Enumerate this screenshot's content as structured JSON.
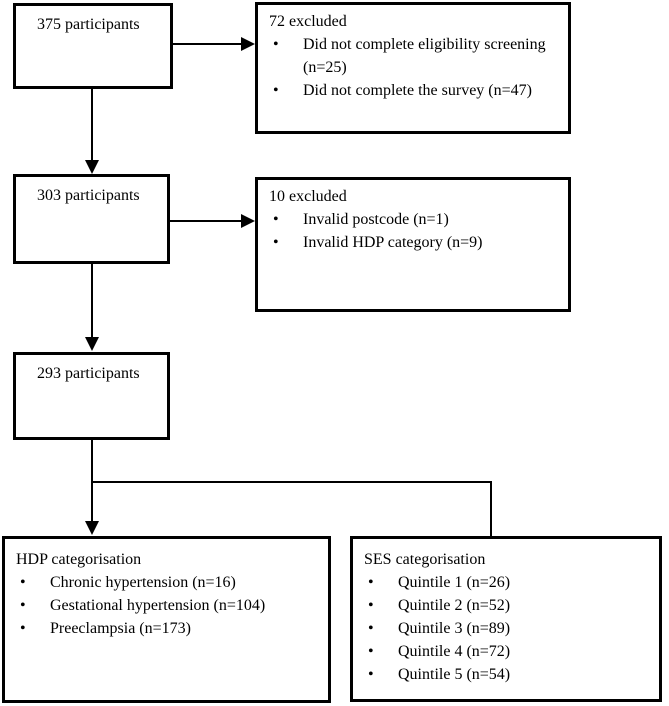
{
  "colors": {
    "background": "#ffffff",
    "line": "#000000",
    "text": "#000000"
  },
  "bullet_glyph": "•",
  "flow": {
    "box_375": {
      "label": "375 participants"
    },
    "box_72_excluded": {
      "title": "72 excluded",
      "items": [
        "Did not complete eligibility screening (n=25)",
        "Did not complete the survey (n=47)"
      ]
    },
    "box_303": {
      "label": "303 participants"
    },
    "box_10_excluded": {
      "title": "10 excluded",
      "items": [
        "Invalid postcode (n=1)",
        "Invalid HDP category (n=9)"
      ]
    },
    "box_293": {
      "label": "293 participants"
    },
    "box_hdp": {
      "title": "HDP categorisation",
      "items": [
        "Chronic hypertension (n=16)",
        "Gestational hypertension (n=104)",
        "Preeclampsia (n=173)"
      ]
    },
    "box_ses": {
      "title": "SES categorisation",
      "items": [
        "Quintile 1 (n=26)",
        "Quintile 2 (n=52)",
        "Quintile 3 (n=89)",
        "Quintile 4 (n=72)",
        "Quintile 5 (n=54)"
      ]
    }
  }
}
